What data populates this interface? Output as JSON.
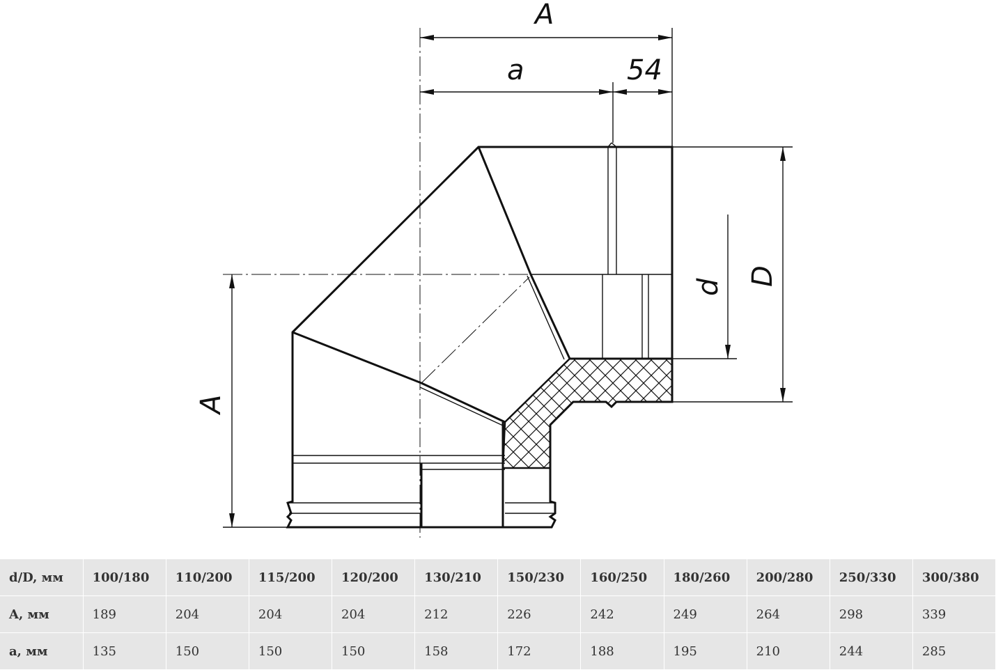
{
  "dimensions": {
    "A_top": "A",
    "a_top": "a",
    "offset": "54",
    "d_label": "d",
    "D_label": "D",
    "A_left": "A"
  },
  "table": {
    "headers": [
      "d/D, мм",
      "100/180",
      "110/200",
      "115/200",
      "120/200",
      "130/210",
      "150/230",
      "160/250",
      "180/260",
      "200/280",
      "250/330",
      "300/380"
    ],
    "rows": [
      [
        "A, мм",
        "189",
        "204",
        "204",
        "204",
        "212",
        "226",
        "242",
        "249",
        "264",
        "298",
        "339"
      ],
      [
        "a, мм",
        "135",
        "150",
        "150",
        "150",
        "158",
        "172",
        "188",
        "195",
        "210",
        "244",
        "285"
      ]
    ]
  }
}
